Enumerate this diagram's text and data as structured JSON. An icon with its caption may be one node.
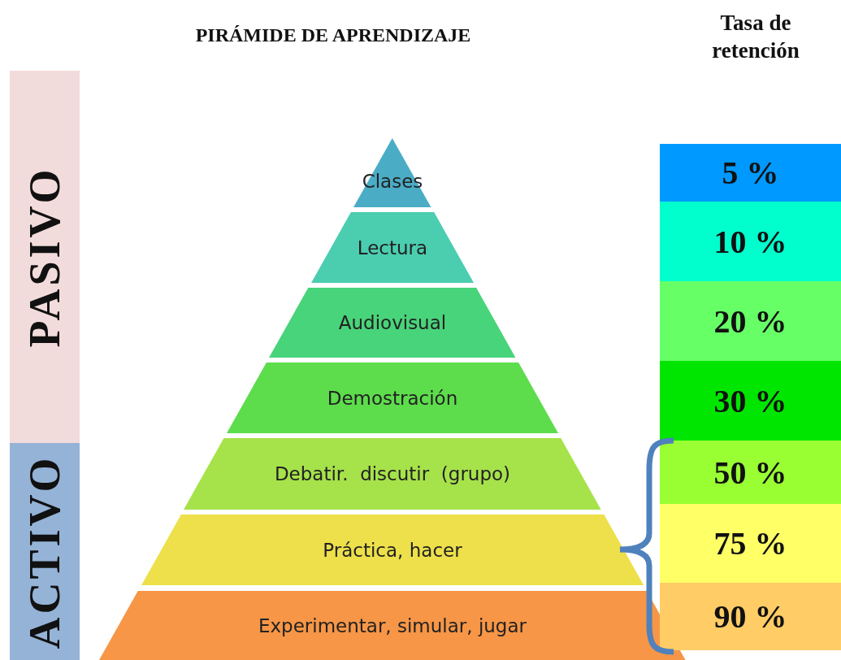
{
  "diagram": {
    "title": "PIRÁMIDE DE APRENDIZAJE",
    "nodes": [
      {
        "text": [
          "PASIVO"
        ]
      },
      {
        "text": [
          "ACTIVO"
        ]
      },
      {
        "text": [
          "Clases"
        ]
      },
      {
        "text": [
          "Lectura"
        ]
      },
      {
        "text": [
          "Audiovisual"
        ]
      },
      {
        "text": [
          "Demostración"
        ]
      },
      {
        "text": [
          "Debatir.  discutir  (grupo)"
        ]
      },
      {
        "text": [
          "Práctica, hacer"
        ]
      },
      {
        "text": [
          "Experimentar, simular, jugar"
        ]
      },
      {
        "text": [
          "5 %"
        ]
      },
      {
        "text": [
          "10 %"
        ]
      },
      {
        "text": [
          "20 %"
        ]
      },
      {
        "text": [
          "30 %"
        ]
      },
      {
        "text": [
          "50 %"
        ]
      },
      {
        "text": [
          "75 %"
        ]
      },
      {
        "text": [
          "90 %"
        ]
      }
    ],
    "labels": [
      "Tasa de retención"
    ]
  }
}
